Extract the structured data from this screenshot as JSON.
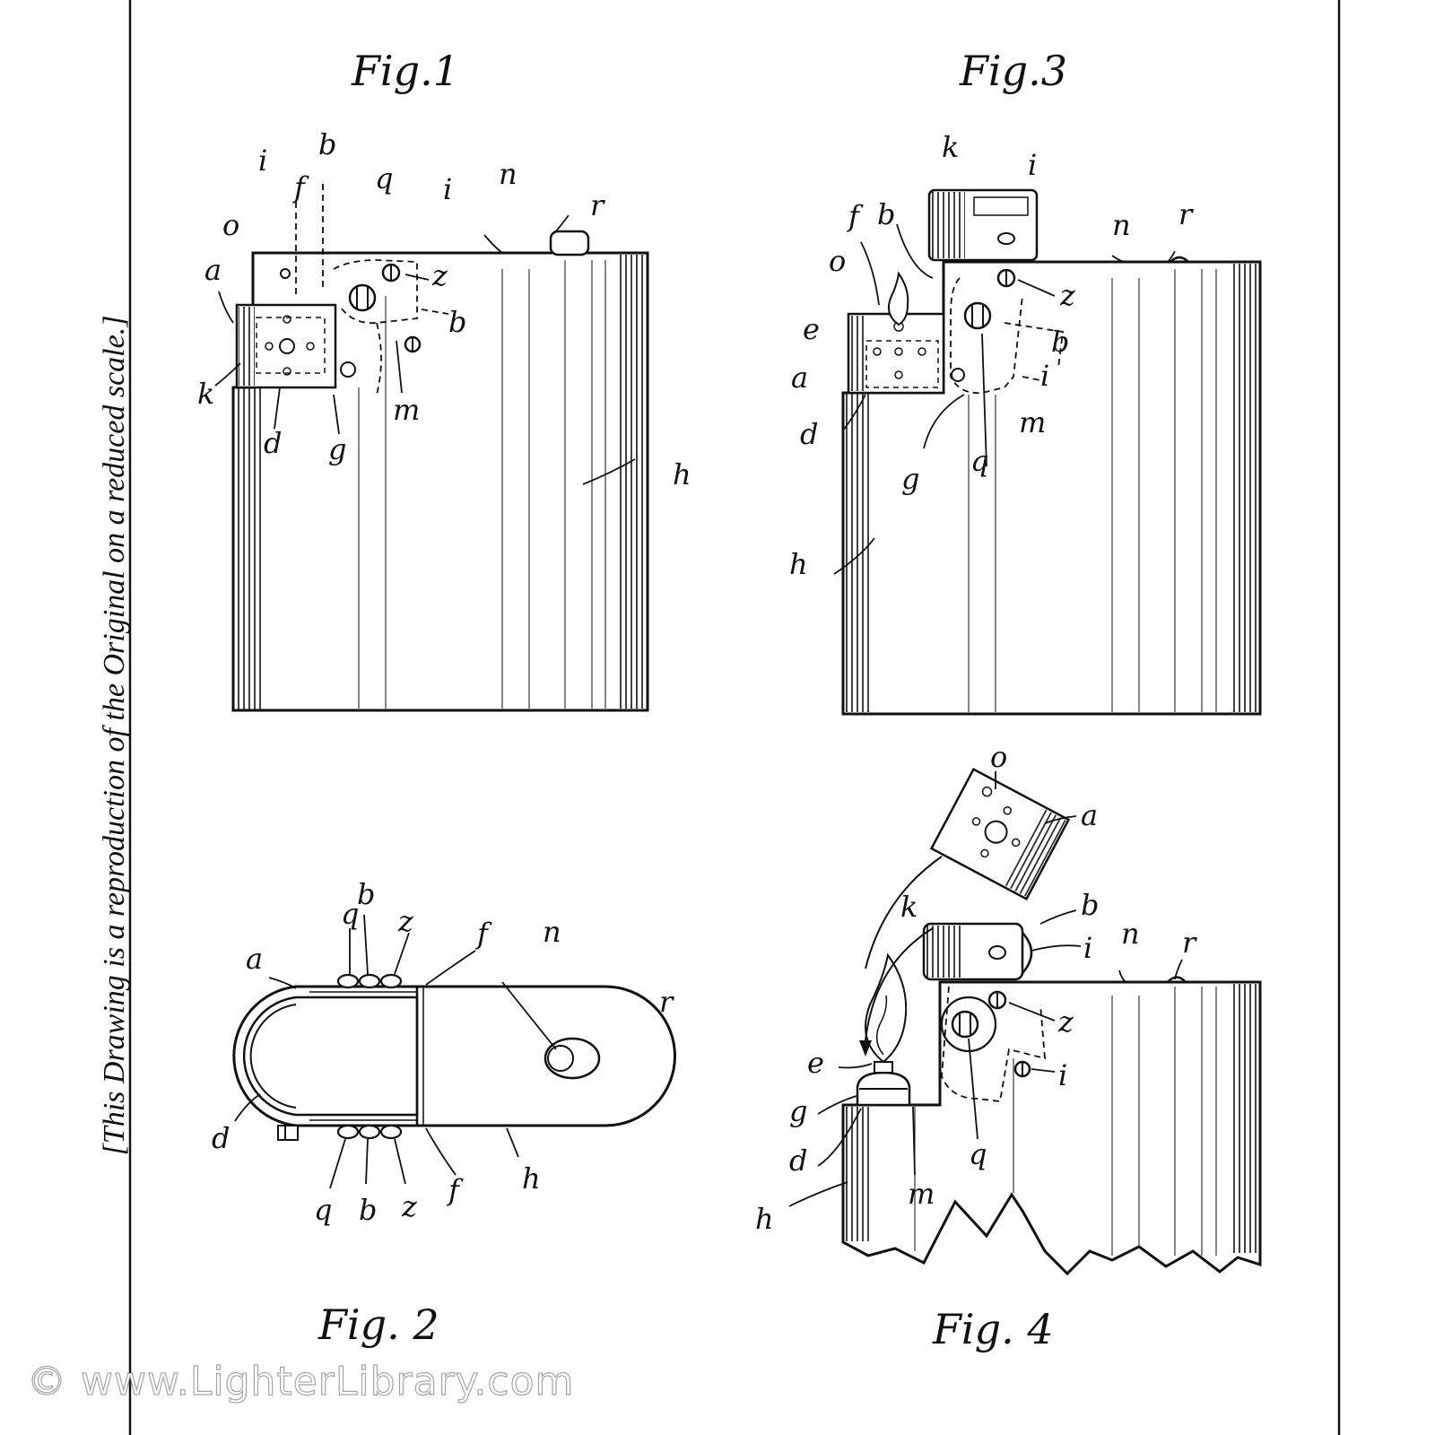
{
  "side_note": "[This Drawing is a reproduction of the Original on a reduced scale.]",
  "watermark": "© www.LighterLibrary.com",
  "figures": [
    {
      "id": "fig1",
      "title": "Fig.1",
      "labels": [
        "i",
        "b",
        "o",
        "f",
        "q",
        "i",
        "n",
        "r",
        "a",
        "z",
        "b",
        "k",
        "d",
        "g",
        "m",
        "h"
      ]
    },
    {
      "id": "fig2",
      "title": "Fig. 2",
      "labels": [
        "q",
        "b",
        "z",
        "f",
        "n",
        "a",
        "r",
        "d",
        "q",
        "b",
        "z",
        "f",
        "h"
      ]
    },
    {
      "id": "fig3",
      "title": "Fig.3",
      "labels": [
        "k",
        "i",
        "f",
        "b",
        "n",
        "r",
        "o",
        "z",
        "e",
        "b",
        "a",
        "i",
        "d",
        "m",
        "q",
        "g",
        "h"
      ]
    },
    {
      "id": "fig4",
      "title": "Fig. 4",
      "labels": [
        "o",
        "a",
        "k",
        "b",
        "n",
        "r",
        "i",
        "z",
        "e",
        "i",
        "g",
        "d",
        "q",
        "m",
        "h"
      ]
    }
  ]
}
